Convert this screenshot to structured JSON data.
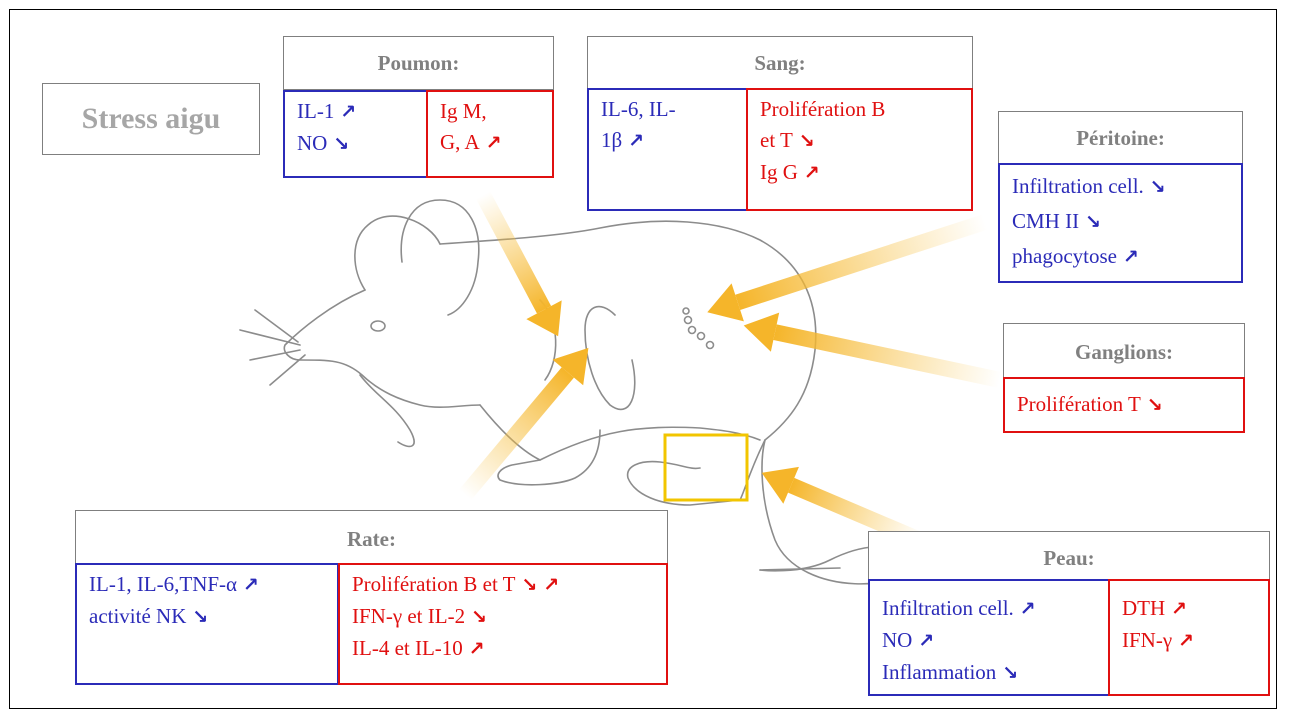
{
  "title": "Stress aigu",
  "arrow_icons": {
    "up": "↗",
    "down": "↘"
  },
  "poumon": {
    "header": "Poumon:",
    "left": [
      {
        "text": "IL-1",
        "arrows": [
          "up"
        ]
      },
      {
        "text": "NO",
        "arrows": [
          "down"
        ]
      }
    ],
    "right": [
      {
        "text": "Ig M,",
        "arrows": []
      },
      {
        "text": "G, A",
        "arrows": [
          "up"
        ]
      }
    ]
  },
  "sang": {
    "header": "Sang:",
    "left": [
      {
        "text": "IL-6, IL-",
        "arrows": []
      },
      {
        "text": "1β",
        "arrows": [
          "up"
        ]
      }
    ],
    "right": [
      {
        "text": "Prolifération B",
        "arrows": []
      },
      {
        "text": "et T",
        "arrows": [
          "down"
        ]
      },
      {
        "text": "Ig G",
        "arrows": [
          "up"
        ]
      }
    ]
  },
  "peritoine": {
    "header": "Péritoine:",
    "left": [
      {
        "text": "Infiltration cell.",
        "arrows": [
          "down"
        ]
      },
      {
        "text": "CMH II",
        "arrows": [
          "down"
        ]
      },
      {
        "text": "phagocytose",
        "arrows": [
          "up"
        ]
      }
    ]
  },
  "ganglions": {
    "header": "Ganglions:",
    "right": [
      {
        "text": "Prolifération T",
        "arrows": [
          "down"
        ]
      }
    ]
  },
  "rate": {
    "header": "Rate:",
    "left": [
      {
        "text": "IL-1, IL-6,TNF-α",
        "arrows": [
          "up"
        ]
      },
      {
        "text": "activité NK",
        "arrows": [
          "down"
        ]
      }
    ],
    "right": [
      {
        "text": "Prolifération B et T",
        "arrows": [
          "down",
          "up"
        ]
      },
      {
        "text": "IFN-γ  et IL-2",
        "arrows": [
          "down"
        ]
      },
      {
        "text": "IL-4 et  IL-10",
        "arrows": [
          "up"
        ]
      }
    ]
  },
  "peau": {
    "header": "Peau:",
    "left": [
      {
        "text": "Infiltration cell.",
        "arrows": [
          "up"
        ]
      },
      {
        "text": "NO",
        "arrows": [
          "up"
        ]
      },
      {
        "text": "Inflammation",
        "arrows": [
          "down"
        ]
      }
    ],
    "right": [
      {
        "text": "DTH",
        "arrows": [
          "up"
        ]
      },
      {
        "text": "IFN-γ",
        "arrows": [
          "up"
        ]
      }
    ]
  },
  "colors": {
    "cellular": "#2b2bb8",
    "humoral": "#e01010",
    "header_text": "#808080",
    "pointer": "#f7c245",
    "highlight_box": "#f2c500"
  }
}
